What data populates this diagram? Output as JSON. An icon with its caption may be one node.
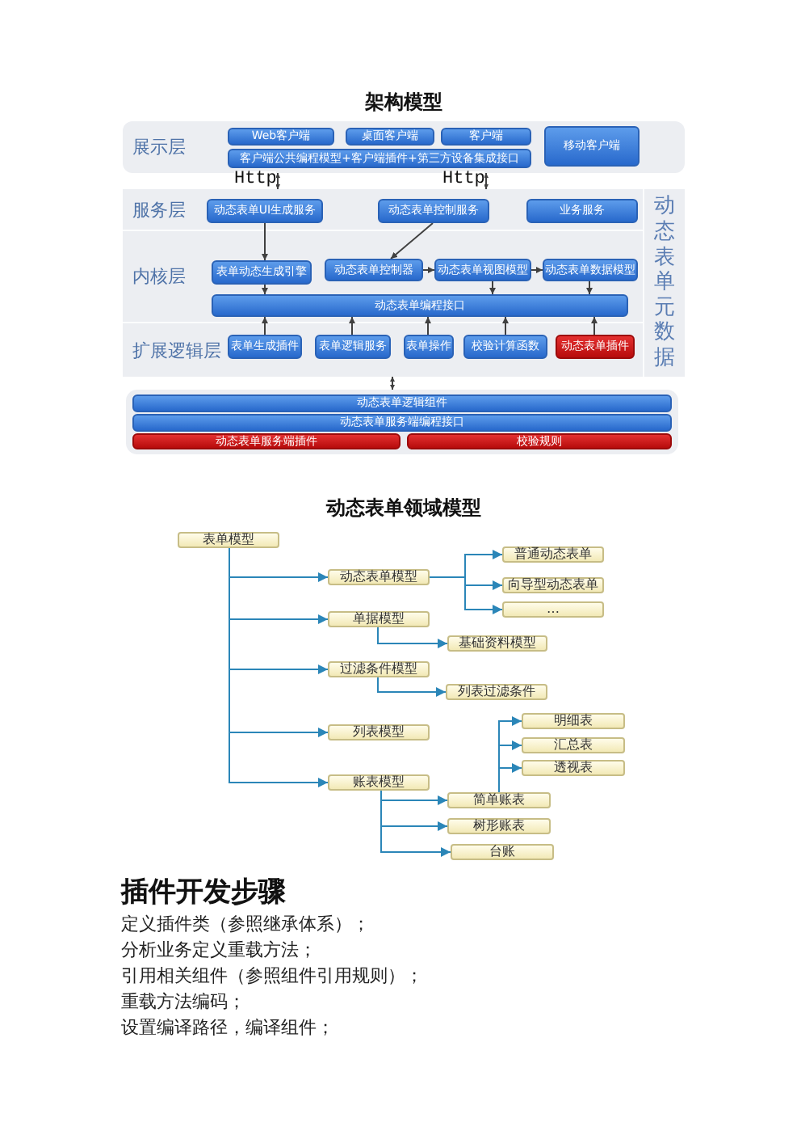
{
  "diagram": {
    "title": "架构模型",
    "nodes": [
      {
        "text": [
          "展示层"
        ]
      },
      {
        "text": [
          "Web客户端"
        ],
        "in": 0
      },
      {
        "text": [
          "桌面客户端"
        ],
        "in": 0
      },
      {
        "text": [
          "客户端"
        ],
        "in": 0
      },
      {
        "text": [
          "移动客户端"
        ],
        "in": 0
      },
      {
        "text": [
          "客户端公共编程模型+客户端插件+第三方设备集成接口"
        ],
        "in": 0
      },
      {
        "text": [],
        "shape": "box"
      },
      {
        "text": [
          "服务层"
        ],
        "in": 6
      },
      {
        "text": [
          "动态表单UI生成服务"
        ],
        "in": 7
      },
      {
        "text": [
          "动态表单控制服务"
        ],
        "in": 7
      },
      {
        "text": [
          "业务服务"
        ],
        "in": 7
      },
      {
        "text": [
          "内核层"
        ],
        "in": 6
      },
      {
        "text": [
          "表单动态生成引擎"
        ],
        "in": 11
      },
      {
        "text": [
          "动态表单控制器"
        ],
        "in": 11
      },
      {
        "text": [
          "动态表单视图模型"
        ],
        "in": 11
      },
      {
        "text": [
          "动态表单数据模型"
        ],
        "in": 11
      },
      {
        "text": [
          "动态表单编程接口"
        ],
        "in": 11
      },
      {
        "text": [
          "扩展逻辑层"
        ],
        "in": 6
      },
      {
        "text": [
          "表单生成插件"
        ],
        "in": 17
      },
      {
        "text": [
          "表单逻辑服务"
        ],
        "in": 17
      },
      {
        "text": [
          "表单操作"
        ],
        "in": 17
      },
      {
        "text": [
          "校验计算函数"
        ],
        "in": 17
      },
      {
        "text": [
          "动态表单插件"
        ],
        "in": 17
      },
      {
        "text": [
          "动态表单元数据"
        ],
        "in": 6
      },
      {
        "text": [],
        "shape": "box"
      },
      {
        "text": [
          "动态表单逻辑组件"
        ],
        "in": 24
      },
      {
        "text": [
          "动态表单服务端编程接口"
        ],
        "in": 24
      },
      {
        "text": [
          "动态表单服务端插件"
        ],
        "in": 24
      },
      {
        "text": [
          "校验规则"
        ],
        "in": 24
      },
      {
        "text": [
          "表单模型"
        ]
      },
      {
        "text": [
          "动态表单模型"
        ]
      },
      {
        "text": [
          "普通动态表单"
        ]
      },
      {
        "text": [
          "向导型动态表单"
        ]
      },
      {
        "text": [
          "…"
        ]
      },
      {
        "text": [
          "单据模型"
        ]
      },
      {
        "text": [
          "基础资料模型"
        ]
      },
      {
        "text": [
          "过滤条件模型"
        ]
      },
      {
        "text": [
          "列表过滤条件"
        ]
      },
      {
        "text": [
          "列表模型"
        ]
      },
      {
        "text": [
          "明细表"
        ]
      },
      {
        "text": [
          "汇总表"
        ]
      },
      {
        "text": [
          "透视表"
        ]
      },
      {
        "text": [
          "账表模型"
        ]
      },
      {
        "text": [
          "简单账表"
        ]
      },
      {
        "text": [
          "树形账表"
        ]
      },
      {
        "text": [
          "台账"
        ]
      }
    ],
    "edges": [
      {
        "from": 0,
        "to": 6,
        "arrow": "both",
        "label": "Http",
        "color": "#404040"
      },
      {
        "from": 0,
        "to": 6,
        "arrow": "both",
        "label": "Http",
        "color": "#404040"
      },
      {
        "from": 8,
        "to": 12,
        "arrow": "to",
        "color": "#404040"
      },
      {
        "from": 9,
        "to": 13,
        "arrow": "to",
        "color": "#404040"
      },
      {
        "from": 13,
        "to": 14,
        "arrow": "to",
        "color": "#404040"
      },
      {
        "from": 14,
        "to": 15,
        "arrow": "to",
        "color": "#404040"
      },
      {
        "from": 12,
        "to": 16,
        "arrow": "to",
        "color": "#404040"
      },
      {
        "from": 14,
        "to": 16,
        "arrow": "to",
        "color": "#404040"
      },
      {
        "from": 15,
        "to": 16,
        "arrow": "to",
        "color": "#404040"
      },
      {
        "from": 18,
        "to": 16,
        "arrow": "to",
        "color": "#404040"
      },
      {
        "from": 19,
        "to": 16,
        "arrow": "to",
        "color": "#404040"
      },
      {
        "from": 20,
        "to": 16,
        "arrow": "to",
        "color": "#404040"
      },
      {
        "from": 21,
        "to": 16,
        "arrow": "to",
        "color": "#404040"
      },
      {
        "from": 22,
        "to": 16,
        "arrow": "to",
        "color": "#404040"
      },
      {
        "from": 6,
        "to": 24,
        "arrow": "both",
        "color": "#404040"
      },
      {
        "from": 29,
        "to": 30,
        "arrow": "to"
      },
      {
        "from": 29,
        "to": 34,
        "arrow": "to"
      },
      {
        "from": 29,
        "to": 36,
        "arrow": "to"
      },
      {
        "from": 29,
        "to": 38,
        "arrow": "to"
      },
      {
        "from": 29,
        "to": 42,
        "arrow": "to"
      },
      {
        "from": 30,
        "to": 31,
        "arrow": "to"
      },
      {
        "from": 30,
        "to": 32,
        "arrow": "to"
      },
      {
        "from": 30,
        "to": 33,
        "arrow": "to"
      },
      {
        "from": 34,
        "to": 35,
        "arrow": "to"
      },
      {
        "from": 36,
        "to": 37,
        "arrow": "to"
      },
      {
        "from": 43,
        "to": 39,
        "arrow": "to"
      },
      {
        "from": 43,
        "to": 40,
        "arrow": "to"
      },
      {
        "from": 43,
        "to": 41,
        "arrow": "to"
      },
      {
        "from": 42,
        "to": 43,
        "arrow": "to"
      },
      {
        "from": 42,
        "to": 44,
        "arrow": "to"
      },
      {
        "from": 42,
        "to": 45,
        "arrow": "to"
      }
    ],
    "labels": [
      "动态表单领域模型",
      "插件开发步骤",
      "定义插件类（参照继承体系）；",
      "分析业务定义重载方法；",
      "引用相关组件（参照组件引用规则）；",
      "重载方法编码；",
      "设置编译路径，编译组件；"
    ]
  }
}
